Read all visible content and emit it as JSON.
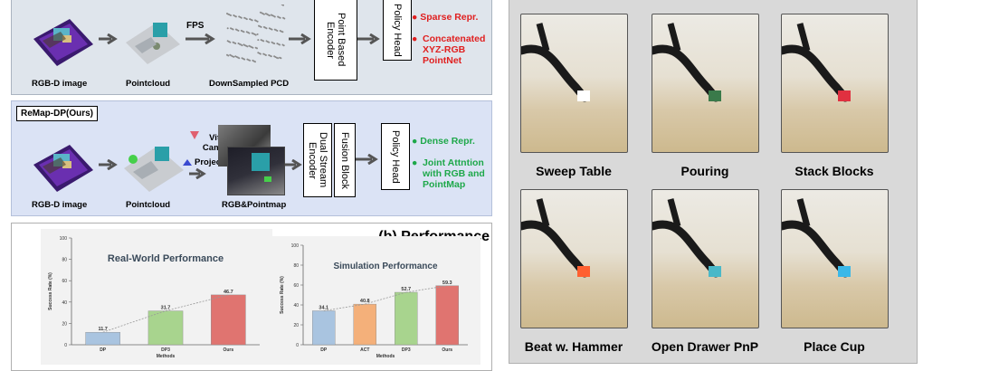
{
  "baseline": {
    "captions": [
      "RGB-D image",
      "Pointcloud",
      "DownSampled PCD"
    ],
    "fps_label": "FPS",
    "encoder": "Point Based Encoder",
    "policy": "Policy Head",
    "bullets": [
      "Sparse Repr.",
      "Concatenated XYZ-RGB PointNet"
    ],
    "bullet_color": "#e02020"
  },
  "ours": {
    "title": "ReMap-DP(Ours)",
    "captions": [
      "RGB-D image",
      "Pointcloud",
      "RGB&Pointmap"
    ],
    "virtual_cameras": "Vitual Cameras",
    "project": "Project",
    "encoder": "Dual Stream Encoder",
    "fusion": "Fusion Block",
    "policy": "Policy Head",
    "bullets": [
      "Dense Repr.",
      "Joint Attntion with RGB and PointMap"
    ],
    "bullet_color": "#1ea84a"
  },
  "performance": {
    "title": "(b) Performance"
  },
  "chart_data": [
    {
      "type": "bar",
      "title": "Real-World Performance",
      "xlabel": "Methods",
      "ylabel": "Success Rate (%)",
      "categories": [
        "DP",
        "DP3",
        "Ours"
      ],
      "values": [
        11.7,
        31.7,
        46.7
      ],
      "value_labels": [
        "11.7",
        "31.7",
        "46.7"
      ],
      "colors": [
        "#a9c4e0",
        "#a8d48e",
        "#e07470"
      ],
      "yticks": [
        "0",
        "20",
        "40",
        "60",
        "80",
        "100"
      ],
      "ylim": [
        0,
        100
      ]
    },
    {
      "type": "bar",
      "title": "Simulation Performance",
      "xlabel": "Methods",
      "ylabel": "Success Rate (%)",
      "categories": [
        "DP",
        "ACT",
        "DP3",
        "Ours"
      ],
      "values": [
        34.1,
        40.8,
        52.7,
        59.3
      ],
      "value_labels": [
        "34.1",
        "40.8",
        "52.7",
        "59.3"
      ],
      "colors": [
        "#a9c4e0",
        "#f4b07a",
        "#a8d48e",
        "#e07470"
      ],
      "yticks": [
        "0",
        "20",
        "40",
        "60",
        "80",
        "100"
      ],
      "ylim": [
        0,
        100
      ]
    }
  ],
  "tasks": [
    "Sweep Table",
    "Pouring",
    "Stack Blocks",
    "Beat w. Hammer",
    "Open Drawer PnP",
    "Place Cup"
  ]
}
